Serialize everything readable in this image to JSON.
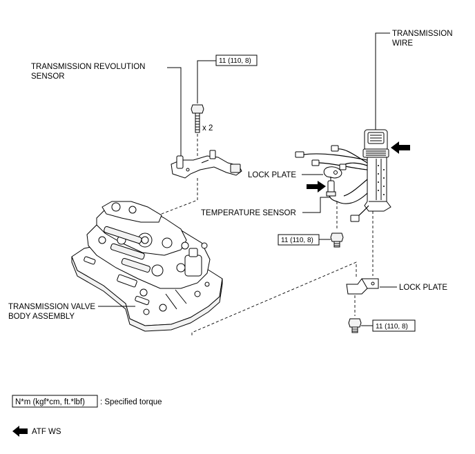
{
  "labels": {
    "transmission_wire_1": "TRANSMISSION",
    "transmission_wire_2": "WIRE",
    "revolution_sensor_1": "TRANSMISSION REVOLUTION",
    "revolution_sensor_2": "SENSOR",
    "lock_plate_upper": "LOCK PLATE",
    "temperature_sensor": "TEMPERATURE SENSOR",
    "lock_plate_lower": "LOCK PLATE",
    "valve_body_1": "TRANSMISSION VALVE",
    "valve_body_2": "BODY ASSEMBLY",
    "quantity": "x 2"
  },
  "torque": {
    "revolution_sensor_bolt": "11 (110, 8)",
    "temperature_sensor_bolt": "11 (110, 8)",
    "lock_plate_bolt": "11 (110, 8)"
  },
  "legend": {
    "torque_unit": "N*m (kgf*cm, ft.*lbf)",
    "torque_desc": ": Specified torque",
    "arrow_desc": "ATF WS"
  }
}
